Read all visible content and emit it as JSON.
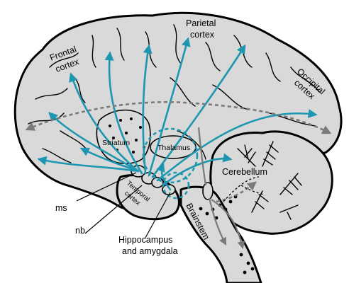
{
  "labels": {
    "frontal_1": "Frontal",
    "frontal_2": "cortex",
    "parietal_1": "Parietal",
    "parietal_2": "cortex",
    "occipital_1": "Occipital",
    "occipital_2": "cortex",
    "striatum": "Striatum",
    "thalamus": "Thalamus",
    "cerebellum": "Cerebellum",
    "temporal_1": "Temporal",
    "temporal_2": "cortex",
    "brainstem": "Brainstem",
    "ms": "ms",
    "nb": "nb",
    "hippo_1": "Hippocampus",
    "hippo_2": "and amygdala"
  },
  "colors": {
    "cholinergic_pathway": "#1d97b0",
    "other_pathway": "#7a7a7a",
    "brain_fill": "#d9d9d9",
    "outline": "#000000"
  }
}
